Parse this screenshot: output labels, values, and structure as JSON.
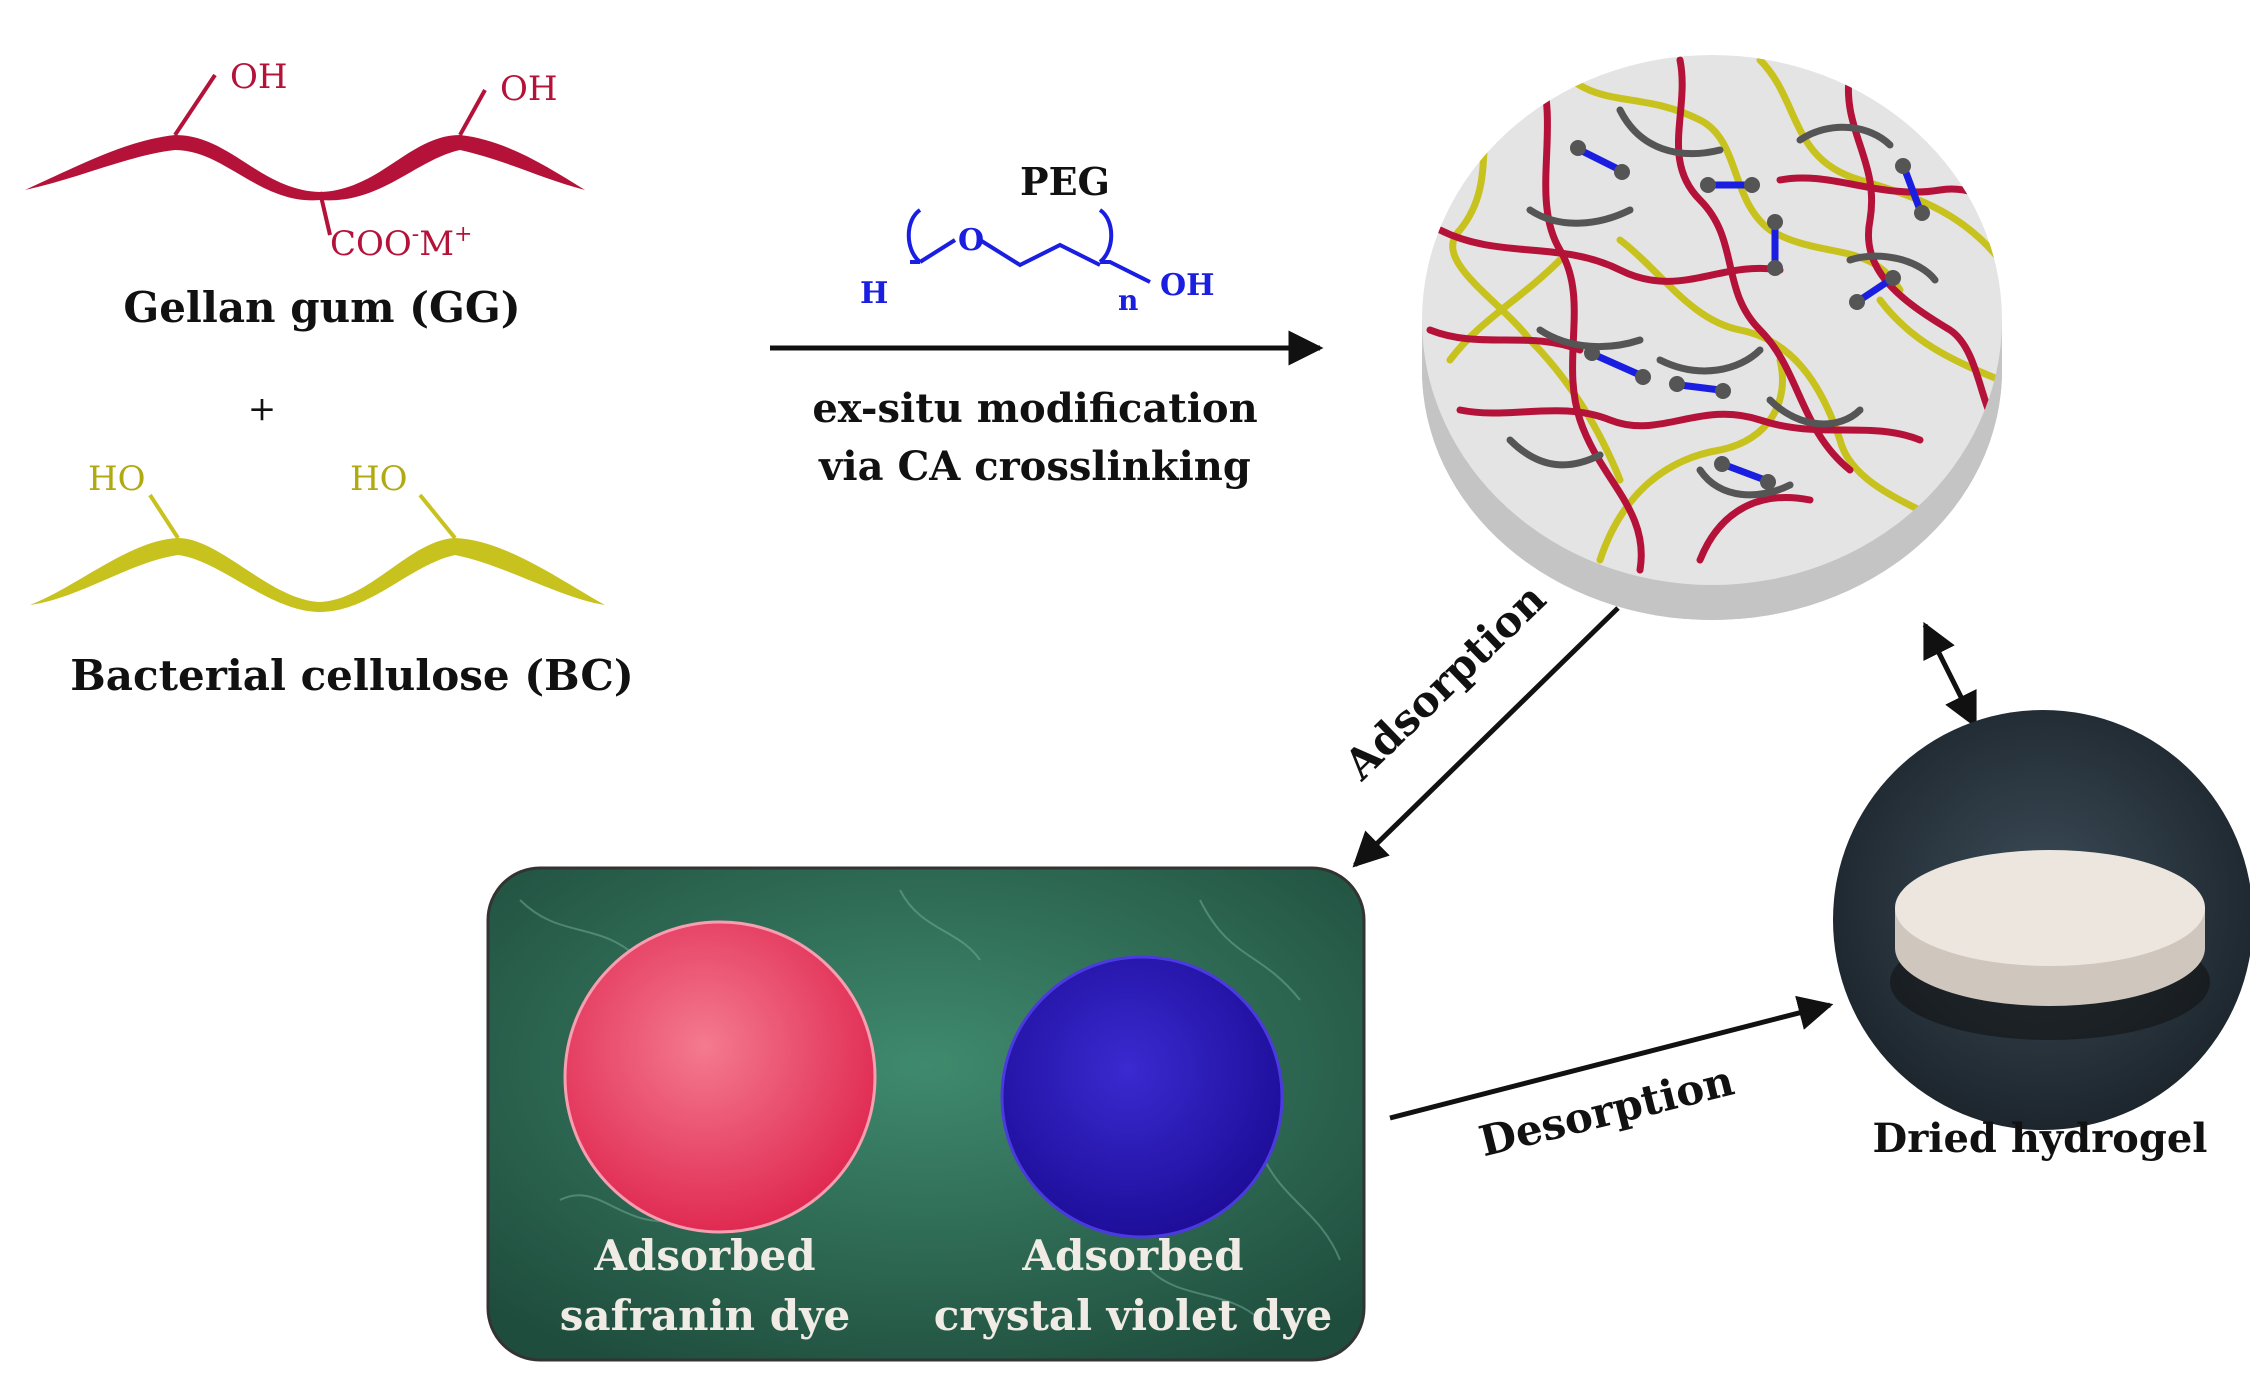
{
  "colors": {
    "gg": "#b5123a",
    "bc": "#c8c21e",
    "peg": "#1a1ee0",
    "arrow": "#111111",
    "disc_top": "#e6e6e6",
    "disc_side": "#c8c8c8",
    "crosslink": "#555555",
    "background_photo": "#2f6b55",
    "safranin": "#ec3a5c",
    "crystal_violet": "#2a18b8",
    "dried": "#e8e1d8"
  },
  "gg": {
    "oh_left": "OH",
    "oh_right": "OH",
    "coo": "COO",
    "coo_sup1": "-",
    "coo_m": "M",
    "coo_sup2": "+",
    "label": "Gellan gum (GG)"
  },
  "plus": "+",
  "bc": {
    "ho_left": "HO",
    "ho_right": "HO",
    "label": "Bacterial cellulose (BC)"
  },
  "reaction": {
    "reagent": "PEG",
    "peg_h": "H",
    "peg_o": "O",
    "peg_n": "n",
    "peg_oh": "OH",
    "line1": "ex-situ modification",
    "line2": "via CA crosslinking"
  },
  "arrows": {
    "adsorption": "Adsorption",
    "desorption": "Desorption"
  },
  "photo": {
    "left_line1": "Adsorbed",
    "left_line2": "safranin dye",
    "right_line1": "Adsorbed",
    "right_line2": "crystal violet dye"
  },
  "dried": {
    "label": "Dried hydrogel"
  }
}
